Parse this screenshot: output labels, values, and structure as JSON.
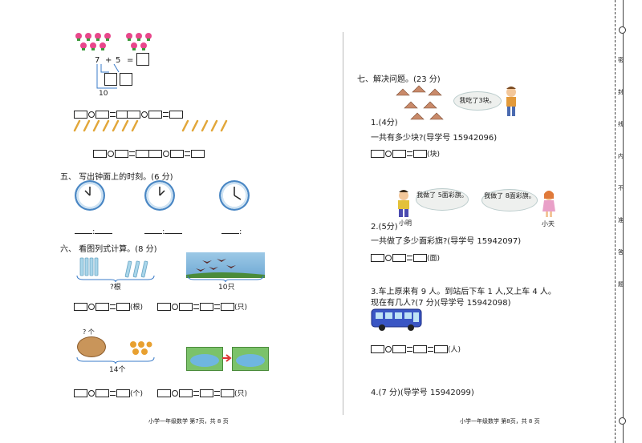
{
  "left_page": {
    "q4": {
      "equation": {
        "a": "7",
        "op": "+",
        "b": "5",
        "eq": "="
      },
      "ten": "10"
    },
    "q5": {
      "title": "五、 写出钟面上的时刻。(6 分)",
      "colon": ":"
    },
    "q6": {
      "title": "六、 看图列式计算。(8 分)",
      "bracket_a": "?根",
      "bracket_b": "10只",
      "unit_a": "(根)",
      "unit_b": "(只)",
      "q_mark": "? 个",
      "bracket_c": "14个",
      "unit_c": "(个)",
      "unit_d": "(只)"
    },
    "footer": "小学一年级数学  第7页，共 8 页"
  },
  "right_page": {
    "q7": {
      "title": "七、解决问题。(23 分)",
      "p1_bubble": "我吃了3块。",
      "p1_label": "1.(4分)",
      "p1_question": "一共有多少块?(导学号 15942096)",
      "p1_unit": "(块)",
      "p2_bubble_left": "我做了 5面彩旗。",
      "p2_bubble_right": "我做了 8面彩旗。",
      "p2_name_left": "小明",
      "p2_name_right": "小天",
      "p2_label": "2.(5分)",
      "p2_question": "一共做了多少面彩旗?(导学号 15942097)",
      "p2_unit": "(面)",
      "p3_text1": "3.车上原来有 9 人。到站后下车 1 人,又上车 4 人。",
      "p3_text2": "现在有几人?(7 分)(导学号 15942098)",
      "p3_unit": "(人)",
      "p4_label": "4.(7 分)(导学号 15942099)"
    },
    "footer": "小学一年级数学  第8页，共 8 页"
  },
  "side_strip": {
    "chars": [
      "密",
      "封",
      "线",
      "内",
      "不",
      "准",
      "答",
      "题"
    ]
  }
}
